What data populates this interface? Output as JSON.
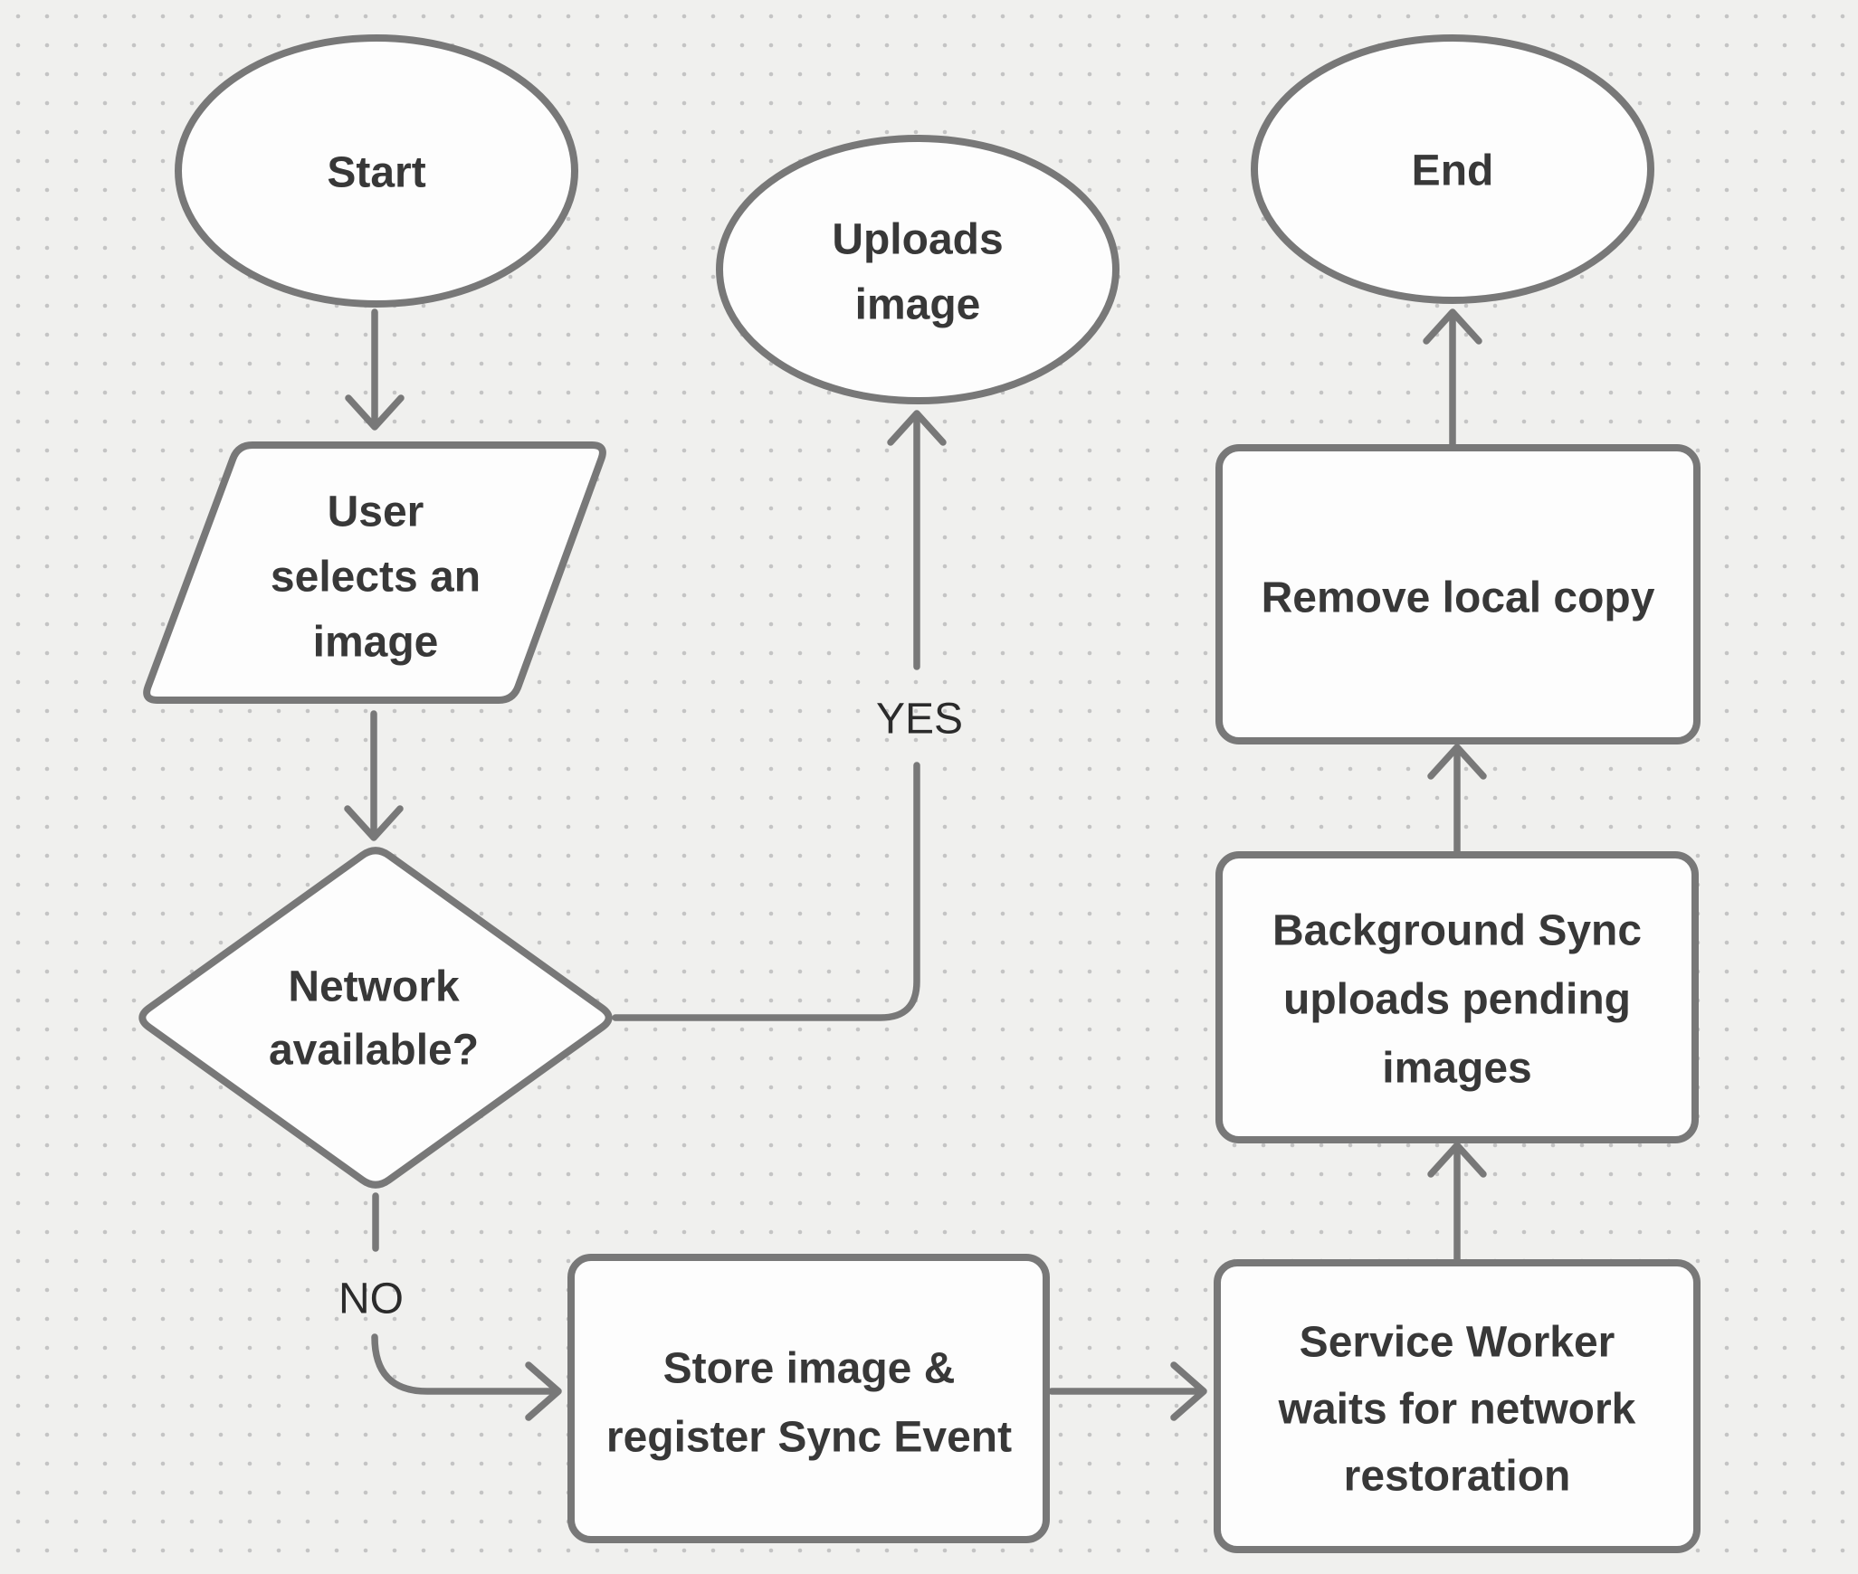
{
  "canvas": {
    "background_color": "#f0f0ee",
    "dot_grid_color": "#c4c4c4",
    "node_fill_color": "#fdfdfd",
    "node_stroke_color": "#787878",
    "node_text_color": "#383838",
    "edge_color": "#787878",
    "edge_label_color": "#2b2b2b"
  },
  "diagram": {
    "type": "flowchart",
    "nodes": [
      {
        "id": "start",
        "shape": "ellipse",
        "label": "Start",
        "lines": [
          "Start"
        ]
      },
      {
        "id": "user-selects-image",
        "shape": "parallelogram",
        "label": "User selects an image",
        "lines": [
          "User",
          "selects an",
          "image"
        ]
      },
      {
        "id": "network-available",
        "shape": "diamond",
        "label": "Network available?",
        "lines": [
          "Network",
          "available?"
        ]
      },
      {
        "id": "uploads-image",
        "shape": "ellipse",
        "label": "Uploads image",
        "lines": [
          "Uploads",
          "image"
        ]
      },
      {
        "id": "store-image-register-sync",
        "shape": "rectangle",
        "label": "Store image & register Sync Event",
        "lines": [
          "Store image &",
          "register Sync Event"
        ]
      },
      {
        "id": "service-worker-waits",
        "shape": "rectangle",
        "label": "Service Worker waits for network restoration",
        "lines": [
          "Service Worker",
          "waits for network",
          "restoration"
        ]
      },
      {
        "id": "background-sync-uploads",
        "shape": "rectangle",
        "label": "Background Sync uploads pending images",
        "lines": [
          "Background Sync",
          "uploads pending",
          "images"
        ]
      },
      {
        "id": "remove-local-copy",
        "shape": "rectangle",
        "label": "Remove local copy",
        "lines": [
          "Remove local copy"
        ]
      },
      {
        "id": "end",
        "shape": "ellipse",
        "label": "End",
        "lines": [
          "End"
        ]
      }
    ],
    "edges": [
      {
        "from": "start",
        "to": "user-selects-image",
        "label": ""
      },
      {
        "from": "user-selects-image",
        "to": "network-available",
        "label": ""
      },
      {
        "from": "network-available",
        "to": "uploads-image",
        "label": "YES"
      },
      {
        "from": "network-available",
        "to": "store-image-register-sync",
        "label": "NO"
      },
      {
        "from": "store-image-register-sync",
        "to": "service-worker-waits",
        "label": ""
      },
      {
        "from": "service-worker-waits",
        "to": "background-sync-uploads",
        "label": ""
      },
      {
        "from": "background-sync-uploads",
        "to": "remove-local-copy",
        "label": ""
      },
      {
        "from": "remove-local-copy",
        "to": "end",
        "label": ""
      }
    ],
    "edge_labels": {
      "yes": "YES",
      "no": "NO"
    }
  }
}
